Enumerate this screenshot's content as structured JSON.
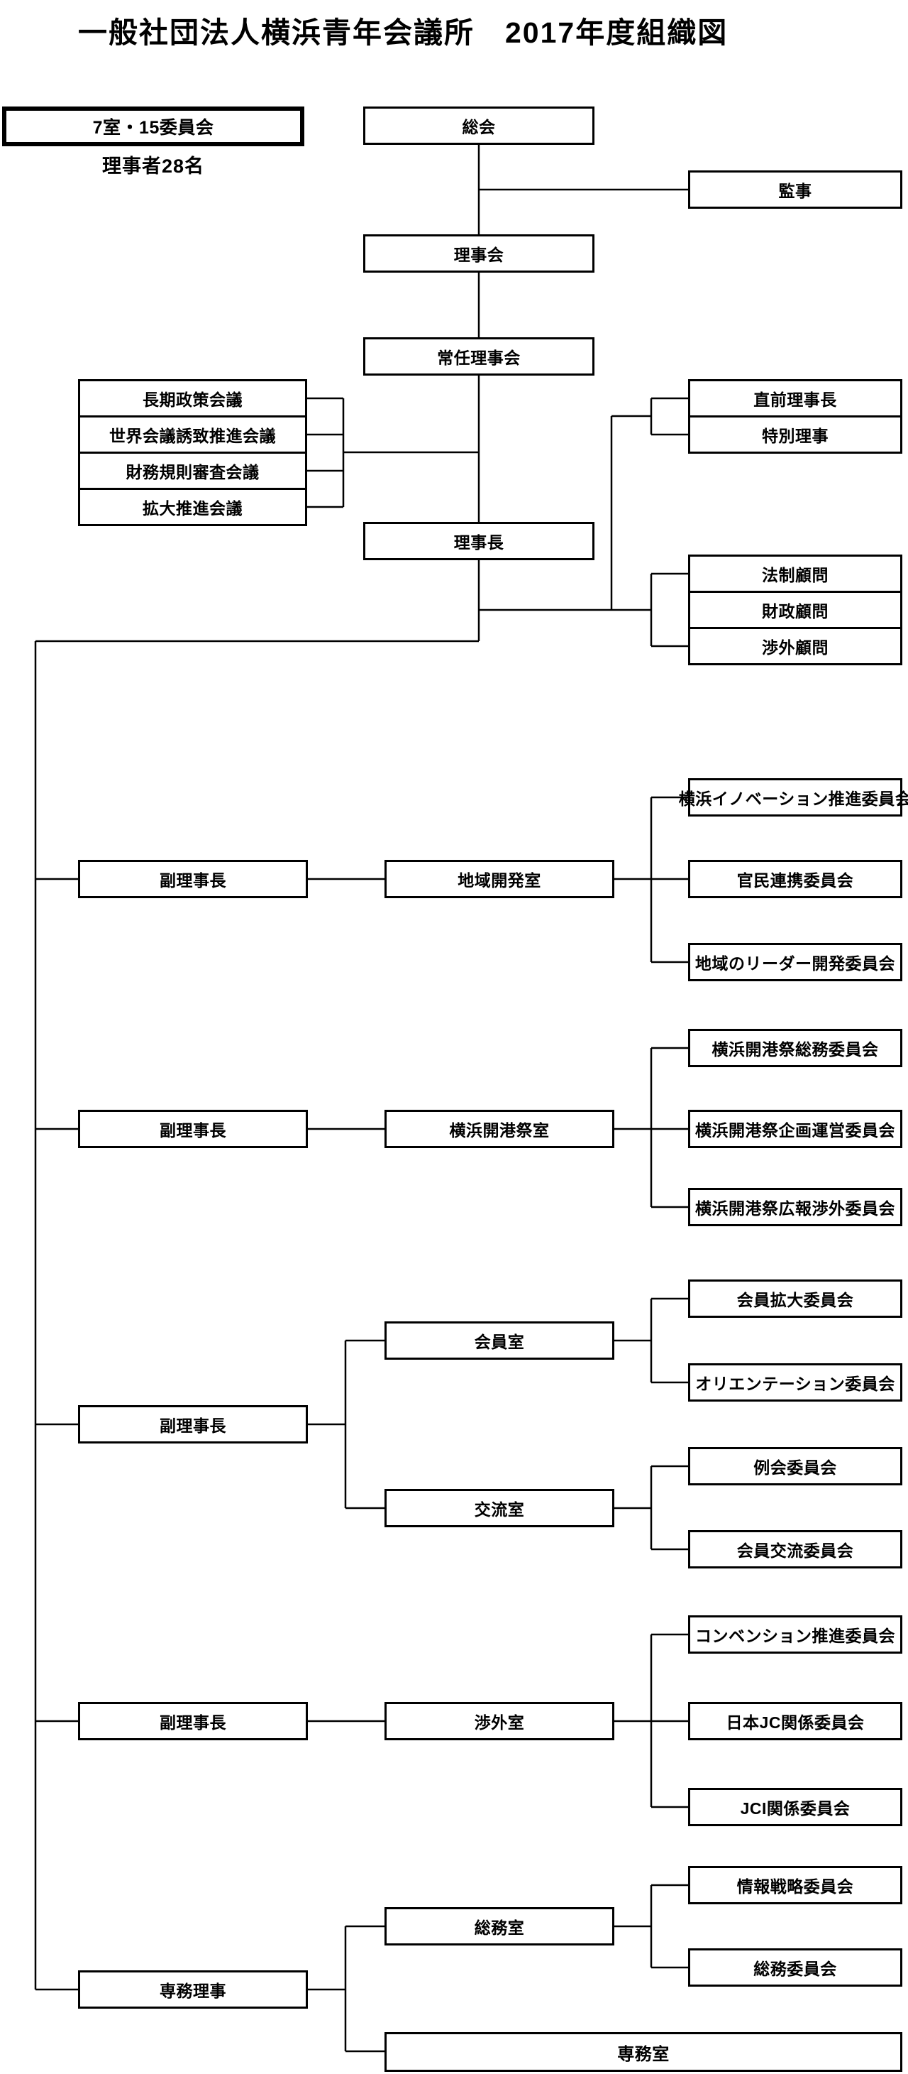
{
  "title": "一般社団法人横浜青年会議所　2017年度組織図",
  "summary": {
    "box_label": "7室・15委員会",
    "note": "理事者28名"
  },
  "top": {
    "soukai": "総会",
    "kanji": "監事",
    "rijikai": "理事会",
    "jonin_rijikai": "常任理事会",
    "richo": "理事長",
    "conferences": [
      "長期政策会議",
      "世界会議誘致推進会議",
      "財務規則審査会議",
      "拡大推進会議"
    ],
    "senior_advisors": [
      "直前理事長",
      "特別理事"
    ],
    "advisors": [
      "法制顧問",
      "財政顧問",
      "渉外顧問"
    ]
  },
  "divisions": [
    {
      "head": "副理事長",
      "rooms": [
        {
          "name": "地域開発室",
          "committees": [
            "横浜イノベーション推進委員会",
            "官民連携委員会",
            "地域のリーダー開発委員会"
          ]
        }
      ]
    },
    {
      "head": "副理事長",
      "rooms": [
        {
          "name": "横浜開港祭室",
          "committees": [
            "横浜開港祭総務委員会",
            "横浜開港祭企画運営委員会",
            "横浜開港祭広報渉外委員会"
          ]
        }
      ]
    },
    {
      "head": "副理事長",
      "rooms": [
        {
          "name": "会員室",
          "committees": [
            "会員拡大委員会",
            "オリエンテーション委員会"
          ]
        },
        {
          "name": "交流室",
          "committees": [
            "例会委員会",
            "会員交流委員会"
          ]
        }
      ]
    },
    {
      "head": "副理事長",
      "rooms": [
        {
          "name": "渉外室",
          "committees": [
            "コンベンション推進委員会",
            "日本JC関係委員会",
            "JCI関係委員会"
          ]
        }
      ]
    },
    {
      "head": "専務理事",
      "rooms": [
        {
          "name": "総務室",
          "committees": [
            "情報戦略委員会",
            "総務委員会"
          ]
        },
        {
          "name": "専務室",
          "committees": []
        }
      ]
    }
  ],
  "colors": {
    "line": "#000000",
    "background": "#ffffff"
  }
}
